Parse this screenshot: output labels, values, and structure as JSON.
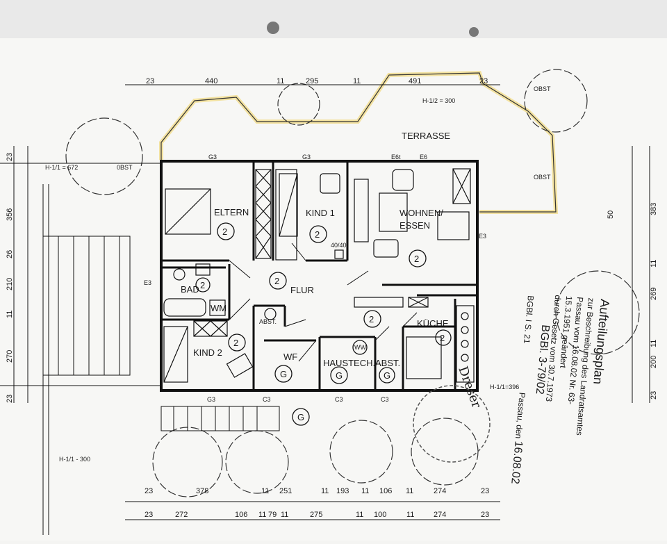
{
  "rooms": {
    "eltern": "ELTERN",
    "kind1": "KIND 1",
    "wohnen1": "WOHNEN/",
    "wohnen2": "ESSEN",
    "bad": "BAD",
    "wm": "WM",
    "flur": "FLUR",
    "abst1": "ABST.",
    "kueche": "KÜCHE",
    "kind2": "KIND 2",
    "wf": "WF",
    "haustech": "HAUSTECH.",
    "ww": "WW",
    "abst2": "ABST.",
    "terrasse": "TERRASSE"
  },
  "circled": {
    "two": "2",
    "g": "G"
  },
  "labels": {
    "obst": "OBST",
    "obst_left": "0BST",
    "h_left": "H-1/1 = 672",
    "h_mid": "H-1/2 = 300",
    "h_bottom": "H-1/1 - 300",
    "h_bottom2": "H-1/1=396",
    "vent": "40/40",
    "g3": "G3",
    "e6": "E6",
    "e6t": "E6t",
    "e3": "E3",
    "c3": "C3"
  },
  "dims_top": [
    "23",
    "440",
    "11",
    "295",
    "11",
    "491",
    "23"
  ],
  "dims_right": [
    "383",
    "50",
    "11",
    "269",
    "11",
    "200",
    "23"
  ],
  "dims_left": [
    "23",
    "356",
    "26",
    "210",
    "11",
    "270",
    "23"
  ],
  "dims_bottom1": [
    "23",
    "378",
    "11",
    "251",
    "11",
    "193",
    "11",
    "106",
    "11",
    "274",
    "23"
  ],
  "dims_bottom2": [
    "23",
    "272",
    "106",
    "11",
    "79",
    "11",
    "275",
    "11",
    "100",
    "11",
    "274",
    "23"
  ],
  "stamp": {
    "title": "Aufteilungsplan",
    "line1": "zur Beschreibung des Landratsamtes",
    "line2": "Passau vom 16.08.02   Nr. 63-",
    "line3": "BGBl. I S. 21",
    "line4": "15.3.1951 geändert",
    "line5": "durch Gesetz vom 30.7.1973",
    "ref": "BGBl. 3-79/02",
    "place": "Passau, den",
    "date": "16.08.02",
    "sig": "Dreser"
  }
}
